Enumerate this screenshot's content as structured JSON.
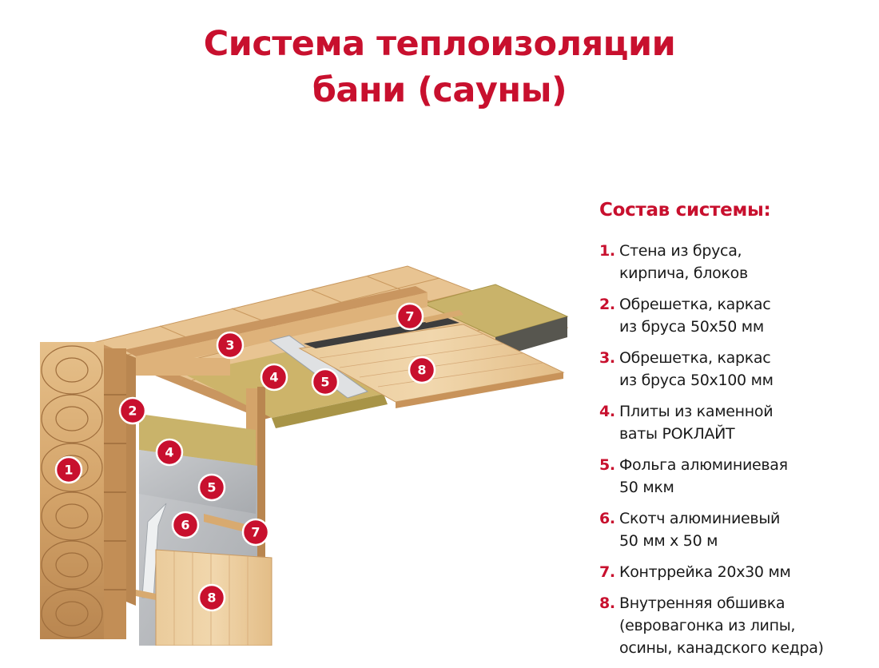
{
  "title": {
    "line1": "Система теплоизоляции",
    "line2": "бани (сауны)"
  },
  "legend": {
    "heading": "Состав системы:",
    "items": [
      {
        "num": "1.",
        "text": "Стена из бруса,\nкирпича, блоков"
      },
      {
        "num": "2.",
        "text": "Обрешетка, каркас\nиз бруса 50х50 мм"
      },
      {
        "num": "3.",
        "text": "Обрешетка, каркас\nиз бруса 50х100 мм"
      },
      {
        "num": "4.",
        "text": "Плиты из каменной\nваты РОКЛАЙТ"
      },
      {
        "num": "5.",
        "text": "Фольга алюминиевая\n50 мкм"
      },
      {
        "num": "6.",
        "text": "Скотч алюминиевый\n50 мм х 50 м"
      },
      {
        "num": "7.",
        "text": "Контррейка 20х30 мм"
      },
      {
        "num": "8.",
        "text": "Внутренняя обшивка\n(евровагонка из липы,\nосины, канадского кедра)"
      }
    ]
  },
  "markers": [
    "1",
    "2",
    "3",
    "4",
    "5",
    "6",
    "7",
    "8",
    "4",
    "5",
    "7",
    "8"
  ],
  "colors": {
    "accent": "#c8102e",
    "wood_light": "#e9c89a",
    "wood_mid": "#d9ab72",
    "wood_dark": "#b8844e",
    "wool": "#c9b36a",
    "foil": "#b9bcc0"
  }
}
